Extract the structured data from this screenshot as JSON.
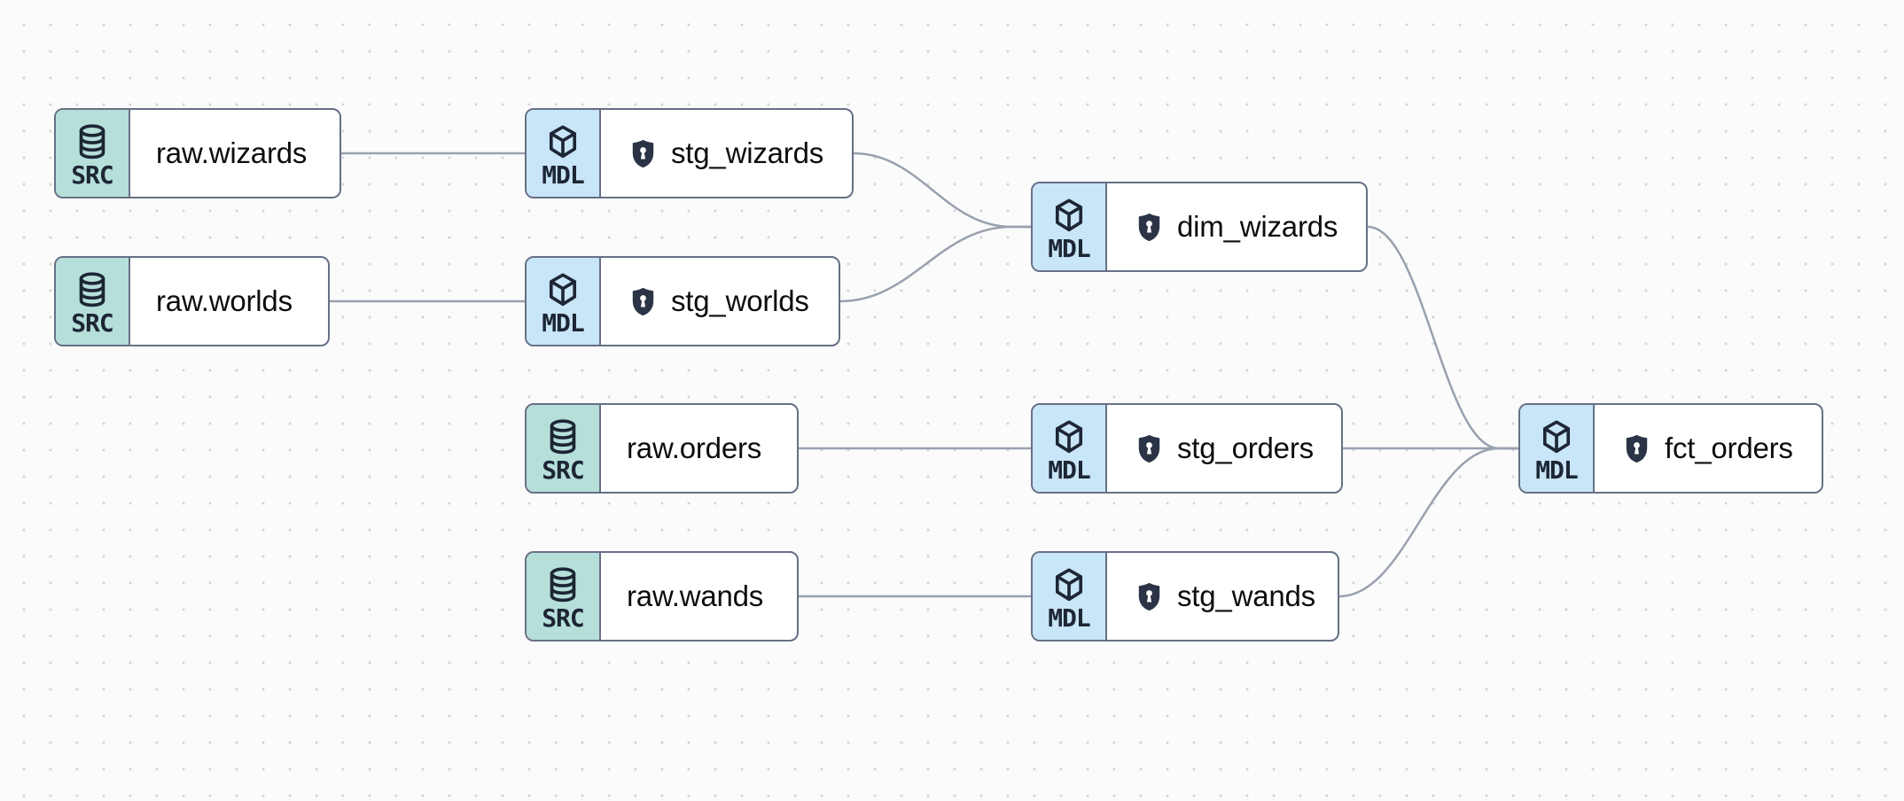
{
  "diagram": {
    "kind": "data-lineage-dag",
    "colors": {
      "background": "#fbfbfb",
      "grid_dot": "#d5d5d5",
      "edge": "#99a1af",
      "node_border": "#667085",
      "node_background": "#ffffff",
      "src_badge_background": "#b6dfda",
      "mdl_badge_background": "#c9e5f8",
      "badge_ink": "#1d2635",
      "shield_fill": "#2b3446"
    }
  },
  "nodes": [
    {
      "id": "raw_wizards",
      "badge": "SRC",
      "label": "raw.wizards",
      "type": "source",
      "icon": "database-icon",
      "shield": false
    },
    {
      "id": "stg_wizards",
      "badge": "MDL",
      "label": "stg_wizards",
      "type": "model",
      "icon": "cube-icon",
      "shield": true
    },
    {
      "id": "raw_worlds",
      "badge": "SRC",
      "label": "raw.worlds",
      "type": "source",
      "icon": "database-icon",
      "shield": false
    },
    {
      "id": "stg_worlds",
      "badge": "MDL",
      "label": "stg_worlds",
      "type": "model",
      "icon": "cube-icon",
      "shield": true
    },
    {
      "id": "dim_wizards",
      "badge": "MDL",
      "label": "dim_wizards",
      "type": "model",
      "icon": "cube-icon",
      "shield": true
    },
    {
      "id": "raw_orders",
      "badge": "SRC",
      "label": "raw.orders",
      "type": "source",
      "icon": "database-icon",
      "shield": false
    },
    {
      "id": "stg_orders",
      "badge": "MDL",
      "label": "stg_orders",
      "type": "model",
      "icon": "cube-icon",
      "shield": true
    },
    {
      "id": "raw_wands",
      "badge": "SRC",
      "label": "raw.wands",
      "type": "source",
      "icon": "database-icon",
      "shield": false
    },
    {
      "id": "stg_wands",
      "badge": "MDL",
      "label": "stg_wands",
      "type": "model",
      "icon": "cube-icon",
      "shield": true
    },
    {
      "id": "fct_orders",
      "badge": "MDL",
      "label": "fct_orders",
      "type": "model",
      "icon": "cube-icon",
      "shield": true
    }
  ],
  "edges": [
    {
      "from": "raw_wizards",
      "to": "stg_wizards"
    },
    {
      "from": "raw_worlds",
      "to": "stg_worlds"
    },
    {
      "from": "stg_wizards",
      "to": "dim_wizards"
    },
    {
      "from": "stg_worlds",
      "to": "dim_wizards"
    },
    {
      "from": "raw_orders",
      "to": "stg_orders"
    },
    {
      "from": "raw_wands",
      "to": "stg_wands"
    },
    {
      "from": "stg_orders",
      "to": "fct_orders"
    },
    {
      "from": "stg_wands",
      "to": "fct_orders"
    },
    {
      "from": "dim_wizards",
      "to": "fct_orders"
    }
  ]
}
